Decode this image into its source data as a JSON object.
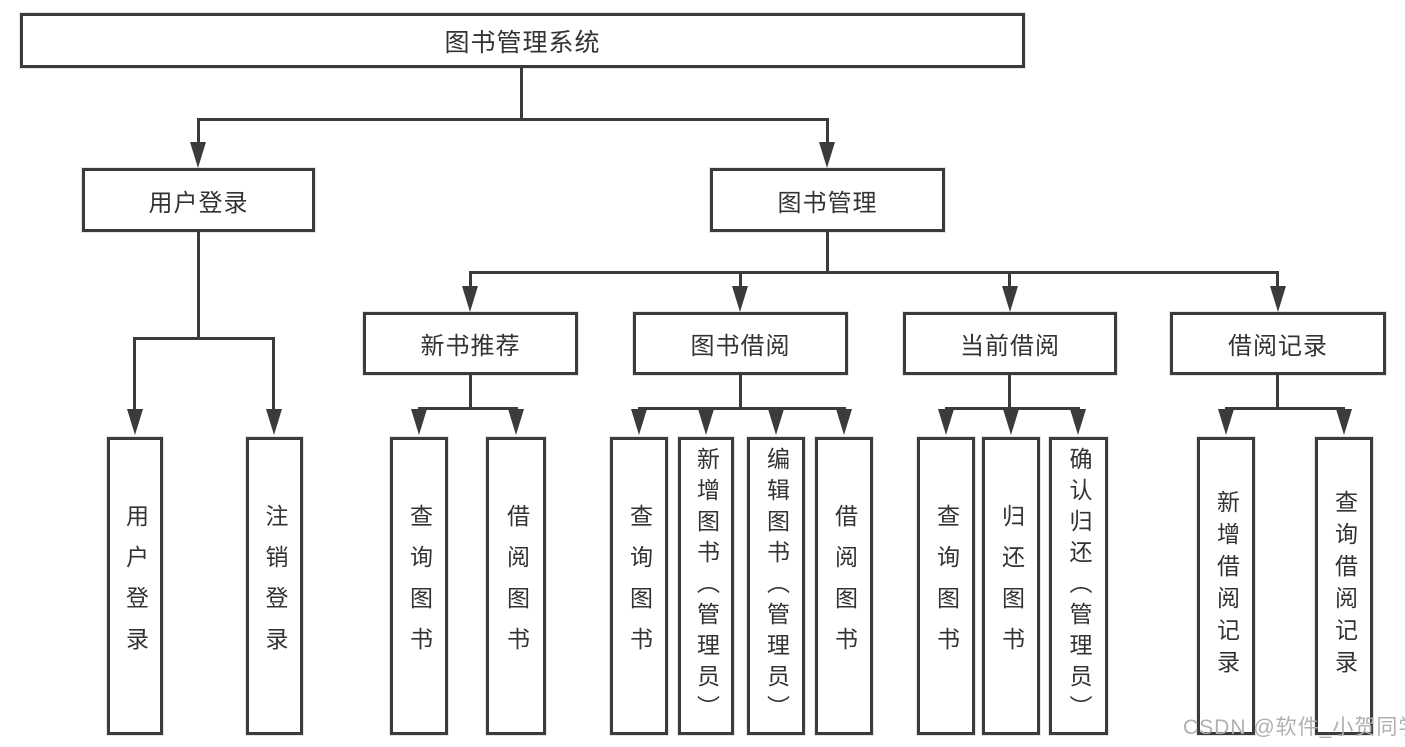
{
  "colors": {
    "line": "#3b3b3b",
    "text": "#333333",
    "watermark": "#b0b0b0",
    "background": "#ffffff"
  },
  "watermark": {
    "text": "CSDN @软件_小贺同学"
  },
  "tree": {
    "root_label": "图书管理系统",
    "level2": [
      {
        "label": "用户登录"
      },
      {
        "label": "图书管理"
      }
    ],
    "level3": [
      {
        "label": "新书推荐"
      },
      {
        "label": "图书借阅"
      },
      {
        "label": "当前借阅"
      },
      {
        "label": "借阅记录"
      }
    ],
    "leaves": {
      "user_login": [
        "用户登录",
        "注销登录"
      ],
      "new_book_recommend": [
        "查询图书",
        "借阅图书"
      ],
      "book_borrow": [
        "查询图书",
        "新增图书（管理员）",
        "编辑图书（管理员）",
        "借阅图书"
      ],
      "current_borrow": [
        "查询图书",
        "归还图书",
        "确认归还（管理员）"
      ],
      "borrow_records": [
        "新增借阅记录",
        "查询借阅记录"
      ]
    }
  }
}
